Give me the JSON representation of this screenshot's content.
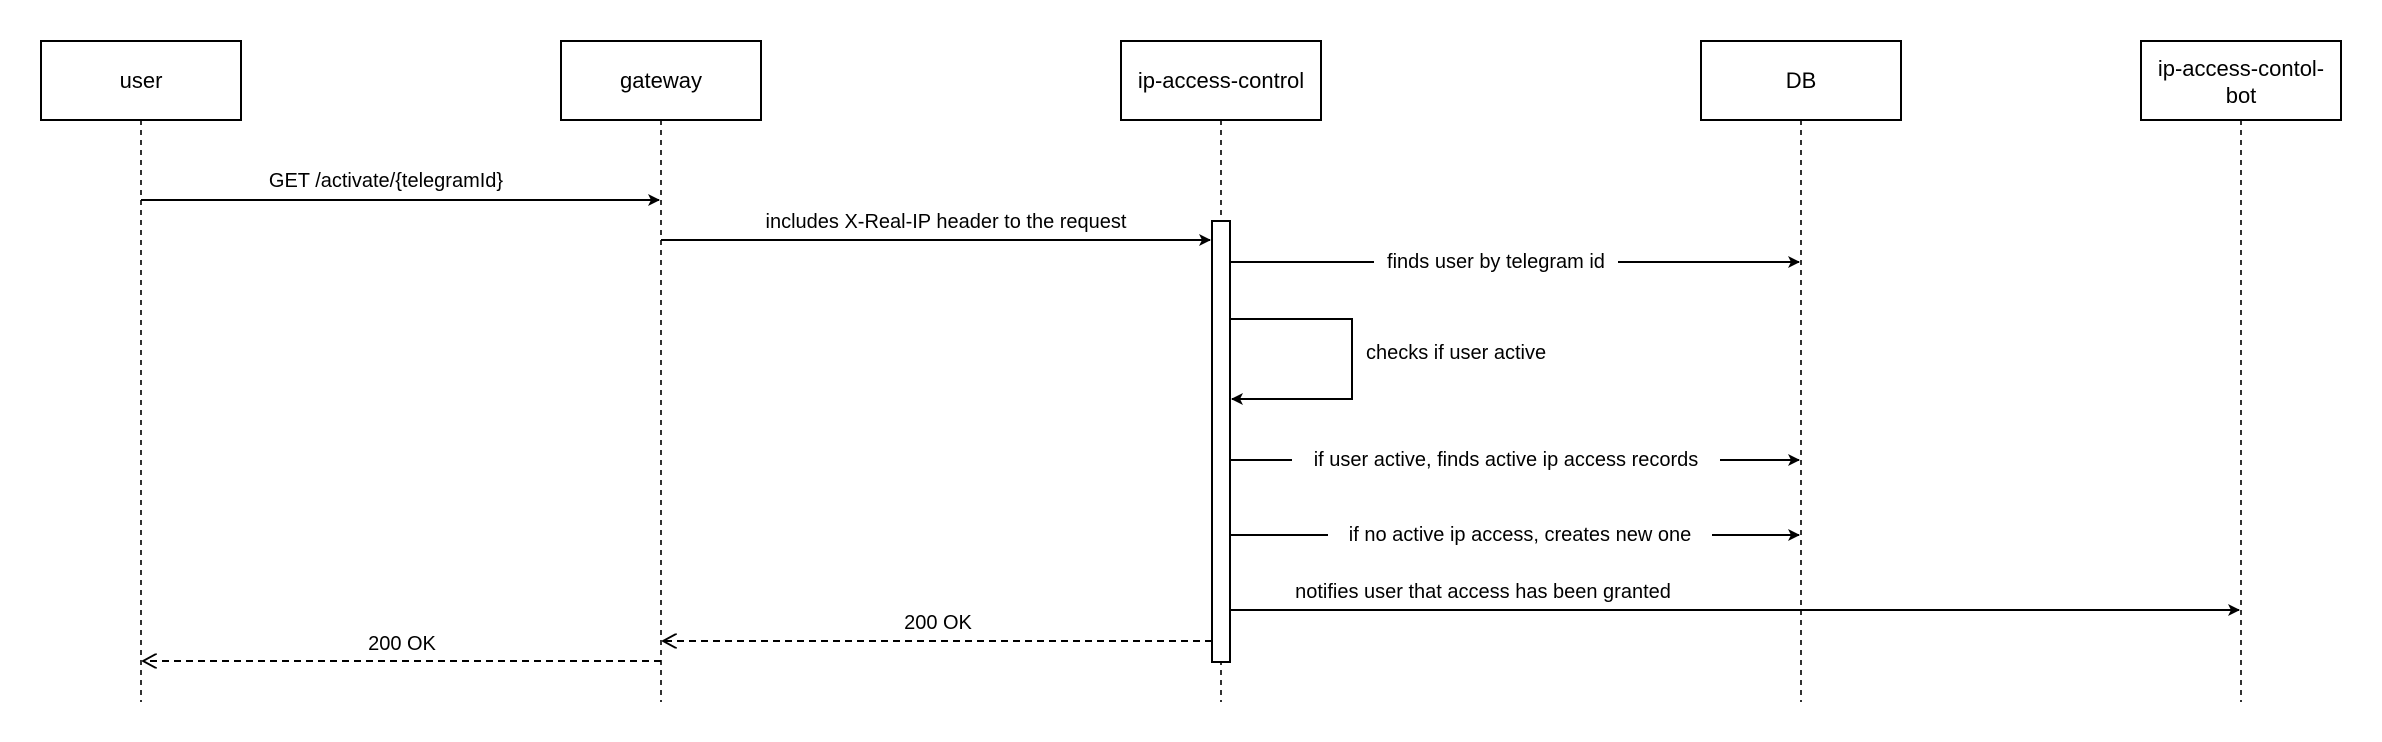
{
  "diagram": {
    "type": "sequence",
    "colors": {
      "stroke": "#000000",
      "fill": "#ffffff",
      "text": "#000000"
    },
    "participants": [
      {
        "id": "user",
        "lines": [
          "user"
        ]
      },
      {
        "id": "gateway",
        "lines": [
          "gateway"
        ]
      },
      {
        "id": "ipac",
        "lines": [
          "ip-access-control"
        ]
      },
      {
        "id": "db",
        "lines": [
          "DB"
        ]
      },
      {
        "id": "bot",
        "lines": [
          "ip-access-contol-",
          "bot"
        ]
      }
    ],
    "messages": [
      {
        "id": "activate",
        "from": "user",
        "to": "gateway",
        "label": "GET /activate/{telegramId}",
        "style": "solid"
      },
      {
        "id": "header",
        "from": "gateway",
        "to": "ipac",
        "label": "includes X-Real-IP header to the request",
        "style": "solid"
      },
      {
        "id": "find-user",
        "from": "ipac",
        "to": "db",
        "label": "finds user by telegram id",
        "style": "solid"
      },
      {
        "id": "check-active",
        "from": "ipac",
        "to": "ipac",
        "label": "checks if user active",
        "style": "self"
      },
      {
        "id": "find-records",
        "from": "ipac",
        "to": "db",
        "label": "if user active, finds active ip access records",
        "style": "solid"
      },
      {
        "id": "create-record",
        "from": "ipac",
        "to": "db",
        "label": "if no active ip access, creates new one",
        "style": "solid"
      },
      {
        "id": "notify",
        "from": "ipac",
        "to": "bot",
        "label": "notifies user that access has been granted",
        "style": "solid"
      },
      {
        "id": "ok-gateway",
        "from": "ipac",
        "to": "gateway",
        "label": "200 OK",
        "style": "return"
      },
      {
        "id": "ok-user",
        "from": "gateway",
        "to": "user",
        "label": "200 OK",
        "style": "return"
      }
    ]
  }
}
